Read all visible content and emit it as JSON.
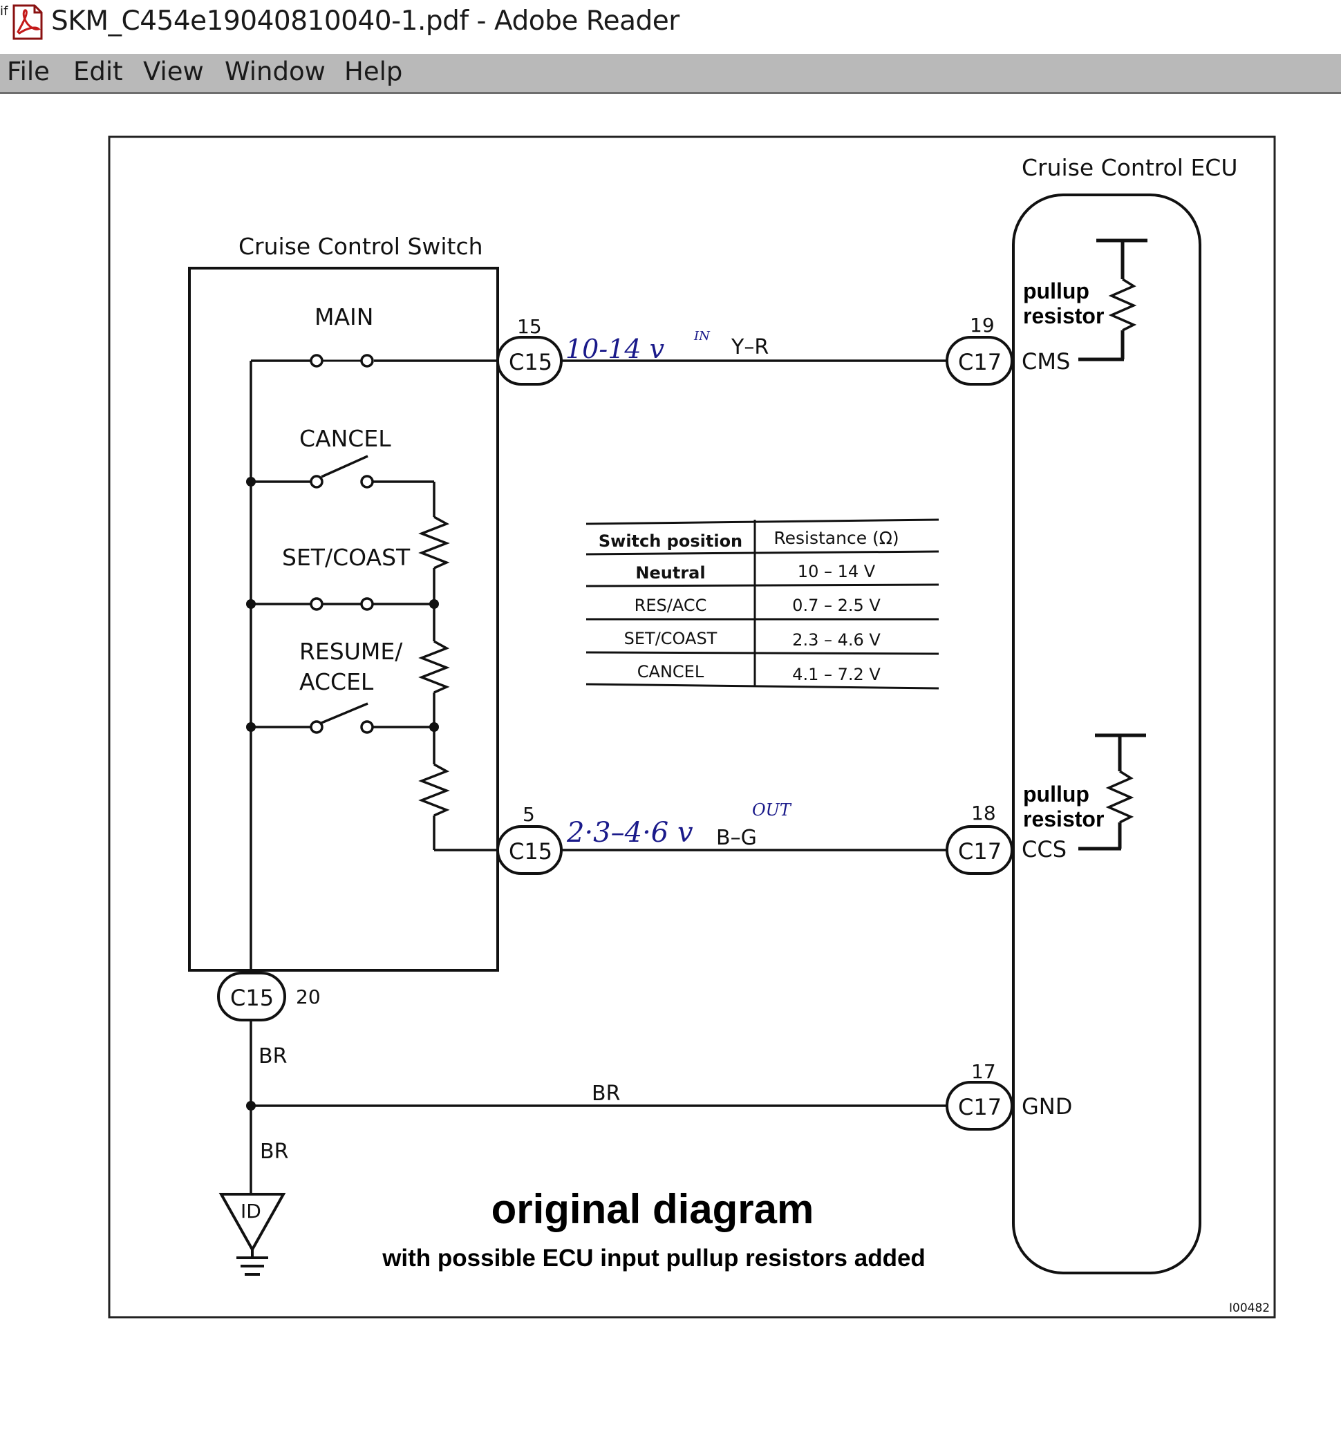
{
  "window": {
    "title": "SKM_C454e19040810040-1.pdf - Adobe Reader",
    "icon": "pdf-file-icon"
  },
  "menu": [
    {
      "label": "File"
    },
    {
      "label": "Edit"
    },
    {
      "label": "View"
    },
    {
      "label": "Window"
    },
    {
      "label": "Help"
    }
  ],
  "diagram": {
    "switch_title": "Cruise Control Switch",
    "ecu_title": "Cruise Control ECU",
    "switches": {
      "main": "MAIN",
      "cancel": "CANCEL",
      "set_coast": "SET/COAST",
      "resume_line1": "RESUME/",
      "resume_line2": "ACCEL"
    },
    "connectors": {
      "c15_top": {
        "label": "C15",
        "pin": "15"
      },
      "c15_mid": {
        "label": "C15",
        "pin": "5"
      },
      "c15_bottom": {
        "label": "C15",
        "pin": "20"
      },
      "c17_top": {
        "label": "C17",
        "pin": "19"
      },
      "c17_mid": {
        "label": "C17",
        "pin": "18"
      },
      "c17_bottom": {
        "label": "C17",
        "pin": "17"
      }
    },
    "wires": {
      "top": "Y–R",
      "mid": "B–G",
      "ground_upper": "BR",
      "ground_horizontal": "BR",
      "ground_lower": "BR"
    },
    "ecu_pins": {
      "cms": "CMS",
      "ccs": "CCS",
      "gnd": "GND"
    },
    "pullup_top": {
      "line1": "pullup",
      "line2": "resistor"
    },
    "pullup_bottom": {
      "line1": "pullup",
      "line2": "resistor"
    },
    "handwritten": {
      "top_voltage": "10-14 v",
      "top_dir": "IN",
      "mid_voltage": "2·3–4·6 v",
      "mid_dir": "OUT"
    },
    "ground_label": "ID",
    "table": {
      "headers": [
        "Switch position",
        "Resistance (Ω)"
      ],
      "rows": [
        [
          "Neutral",
          "10 – 14 V"
        ],
        [
          "RES/ACC",
          "0.7 – 2.5 V"
        ],
        [
          "SET/COAST",
          "2.3 – 4.6 V"
        ],
        [
          "CANCEL",
          "4.1 – 7.2 V"
        ]
      ]
    },
    "caption_title": "original diagram",
    "caption_subtitle": "with possible ECU input pullup resistors added",
    "figure_code": "I00482"
  }
}
